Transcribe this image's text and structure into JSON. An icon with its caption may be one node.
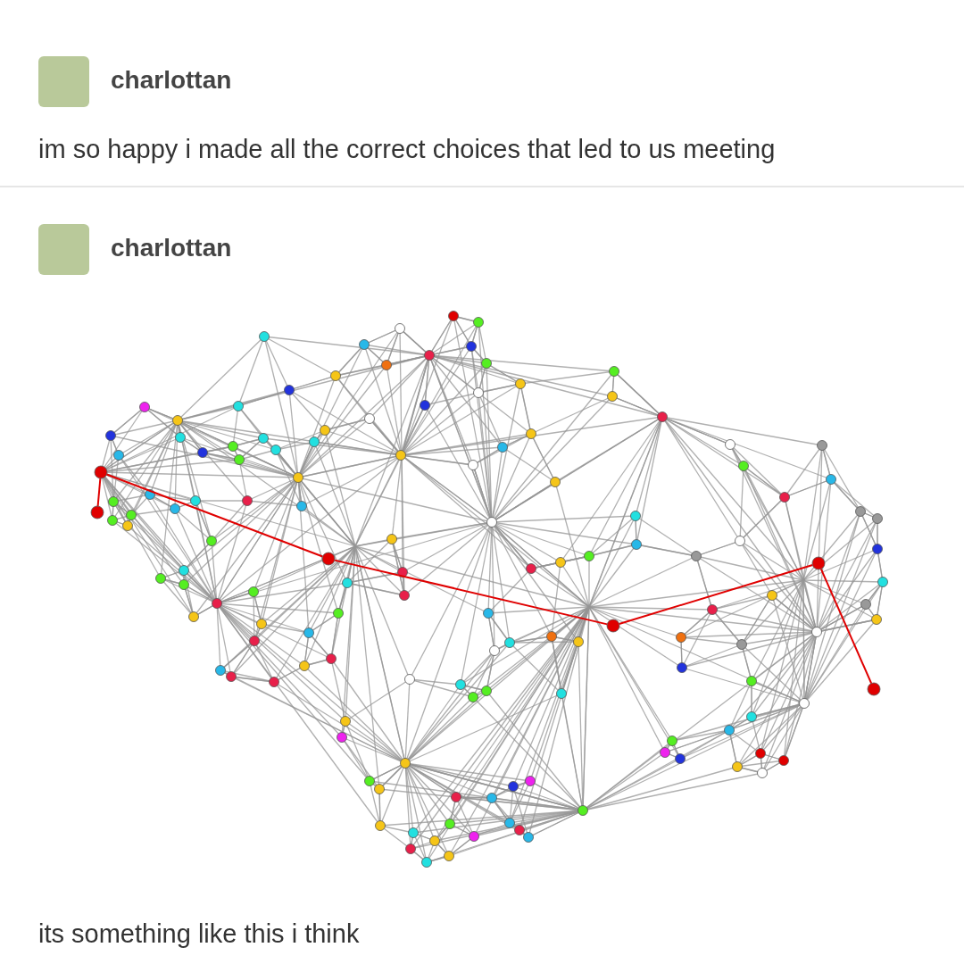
{
  "diagram": {
    "nodes": [
      {
        "text": [],
        "shape": "circle"
      },
      {
        "text": [],
        "shape": "circle"
      },
      {
        "text": [],
        "shape": "circle"
      },
      {
        "text": [],
        "shape": "circle"
      },
      {
        "text": [],
        "shape": "circle"
      },
      {
        "text": [],
        "shape": "circle"
      }
    ],
    "edges": [
      {
        "from": 0,
        "to": 1,
        "arrow": "none",
        "color": "#e00000"
      },
      {
        "from": 1,
        "to": 2,
        "arrow": "none",
        "color": "#e00000"
      },
      {
        "from": 2,
        "to": 3,
        "arrow": "none",
        "color": "#e00000"
      },
      {
        "from": 3,
        "to": 4,
        "arrow": "none",
        "color": "#e00000"
      },
      {
        "from": 4,
        "to": 5,
        "arrow": "none",
        "color": "#e00000"
      }
    ],
    "labels": [
      "charlottan",
      "im so happy i made all the correct choices that led to us meeting",
      "charlottan",
      "its something like this i think"
    ]
  }
}
